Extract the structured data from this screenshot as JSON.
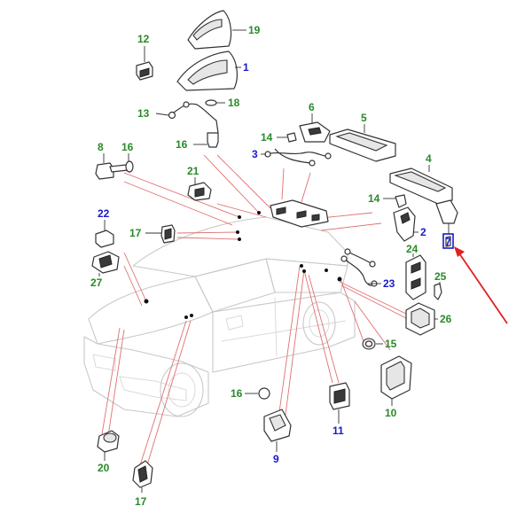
{
  "callouts": {
    "c1": "1",
    "c2": "2",
    "c3": "3",
    "c4": "4",
    "c5": "5",
    "c6": "6",
    "c7": "7",
    "c8": "8",
    "c9": "9",
    "c10": "10",
    "c11": "11",
    "c12": "12",
    "c13": "13",
    "c14a": "14",
    "c14b": "14",
    "c15": "15",
    "c16a": "16",
    "c16b": "16",
    "c16c": "16",
    "c17a": "17",
    "c17b": "17",
    "c18": "18",
    "c19": "19",
    "c20": "20",
    "c21": "21",
    "c22": "22",
    "c23": "23",
    "c24": "24",
    "c25": "25",
    "c26": "26",
    "c27": "27"
  },
  "colors": {
    "callout_green": "#2a8a2a",
    "callout_blue": "#1a1acc",
    "highlight_box": "#1a1acc",
    "arrow": "#e02020"
  },
  "highlighted_part": "7"
}
